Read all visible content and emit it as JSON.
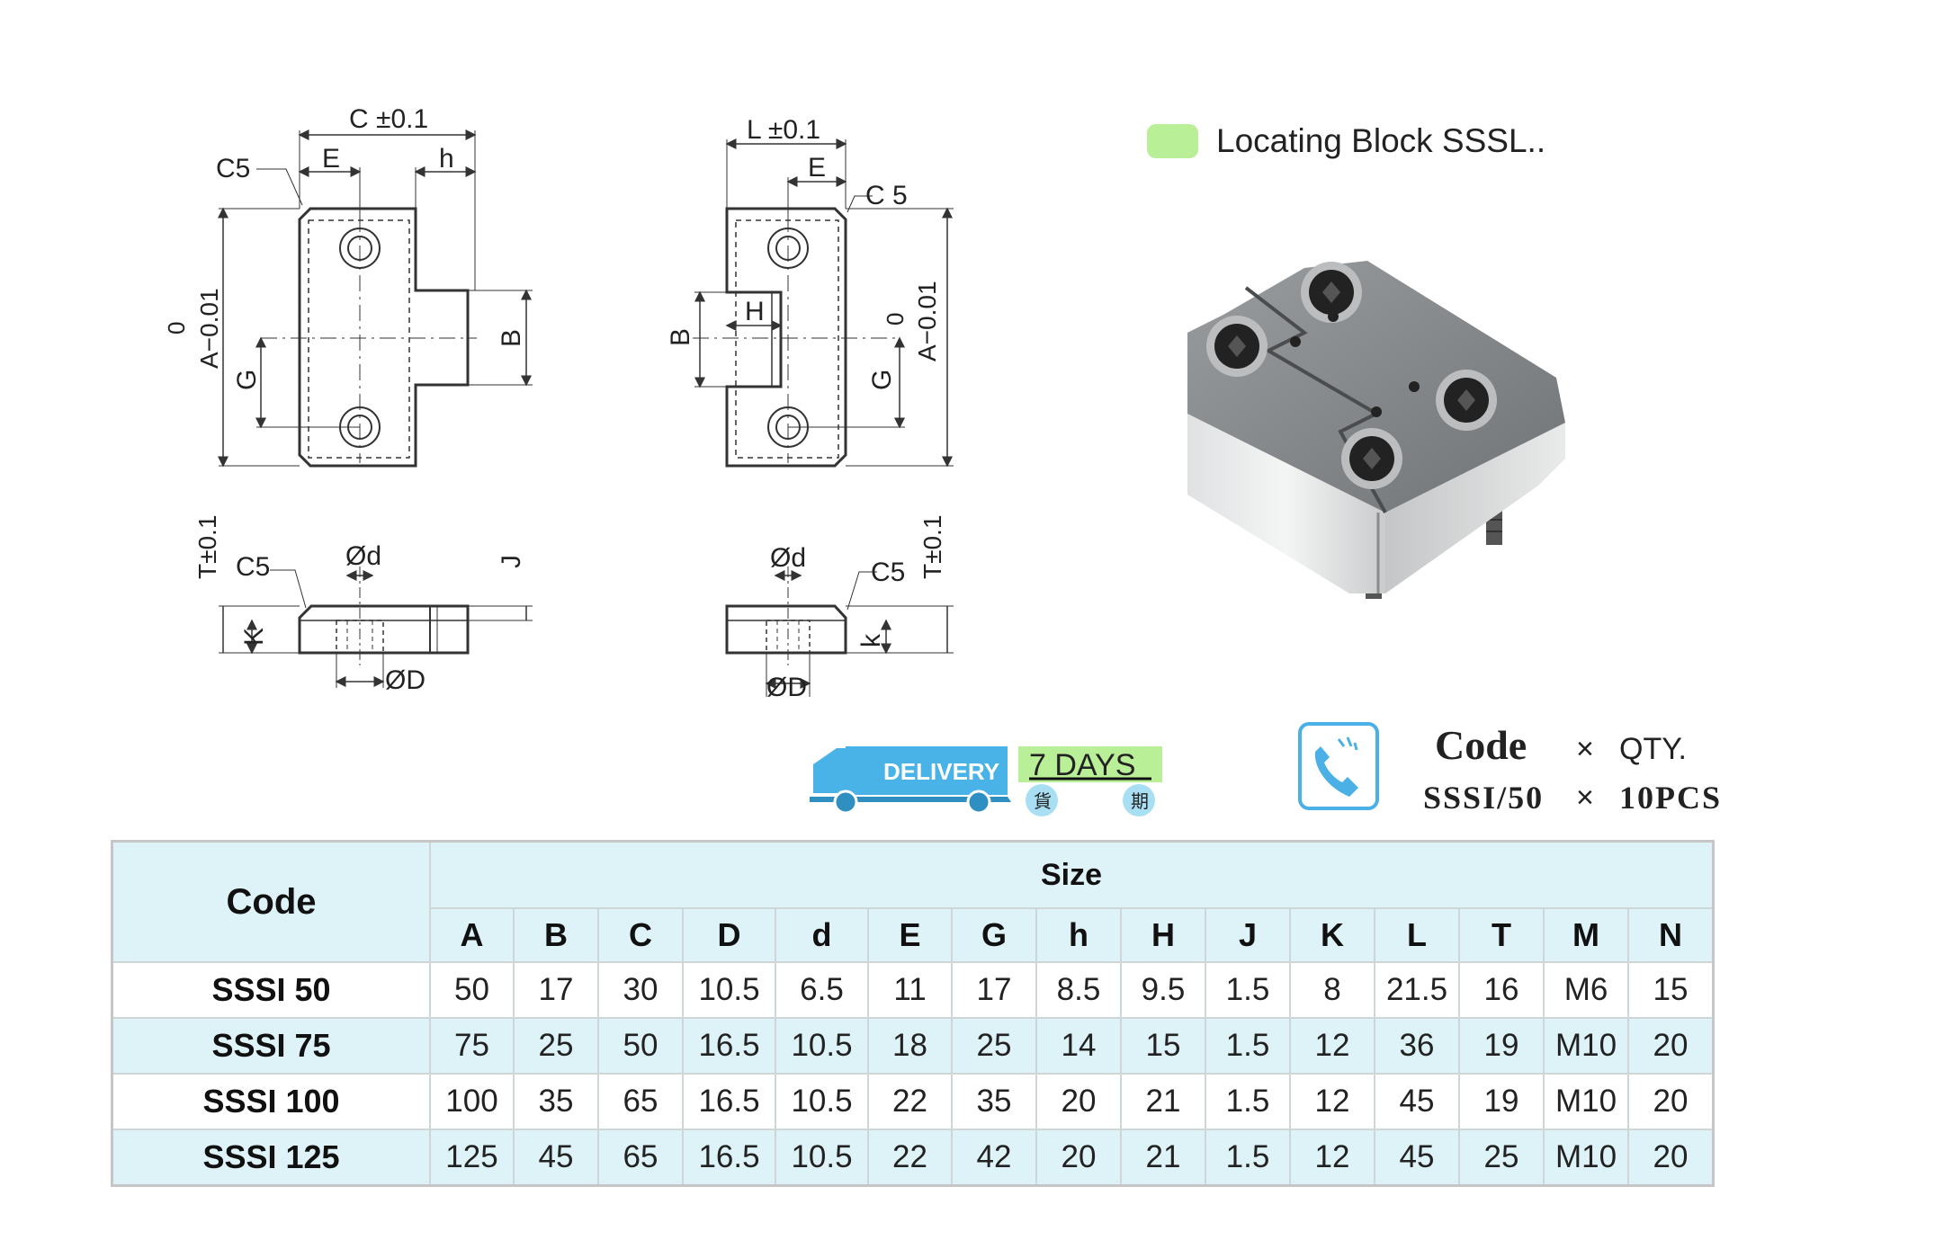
{
  "drawing": {
    "top_left": {
      "c": "C ±0.1",
      "c5": "C5",
      "e": "E",
      "h": "h",
      "a_zero": "0",
      "a_tol": "A−0.01",
      "g": "G",
      "b": "B"
    },
    "top_right": {
      "l": "L ±0.1",
      "e": "E",
      "c5": "C 5",
      "b": "B",
      "h": "H",
      "a_zero": "0",
      "a_tol": "A−0.01",
      "g": "G"
    },
    "bottom_left": {
      "t": "T±0.1",
      "c5": "C5",
      "d_small": "Ød",
      "j": "J",
      "k": "K",
      "d_large": "ØD"
    },
    "bottom_right": {
      "d_small": "Ød",
      "c5": "C5",
      "t": "T±0.1",
      "k": "k",
      "d_large": "ØD"
    }
  },
  "legend": {
    "label": "Locating Block SSSL..",
    "color": "#b9ef97"
  },
  "delivery": {
    "label": "DELIVERY",
    "days": "7 DAYS",
    "char1": "貨",
    "char2": "期",
    "truck_color": "#49b3e8"
  },
  "order": {
    "phone_icon": "phone-icon",
    "code_label": "Code",
    "x1": "×",
    "qty_label": "QTY.",
    "code_value": "SSSI/50",
    "x2": "×",
    "qty_value": "10PCS"
  },
  "table": {
    "code_header": "Code",
    "size_header": "Size",
    "columns": [
      "A",
      "B",
      "C",
      "D",
      "d",
      "E",
      "G",
      "h",
      "H",
      "J",
      "K",
      "L",
      "T",
      "M",
      "N"
    ],
    "rows": [
      {
        "code": "SSSI 50",
        "values": [
          "50",
          "17",
          "30",
          "10.5",
          "6.5",
          "11",
          "17",
          "8.5",
          "9.5",
          "1.5",
          "8",
          "21.5",
          "16",
          "M6",
          "15"
        ]
      },
      {
        "code": "SSSI 75",
        "values": [
          "75",
          "25",
          "50",
          "16.5",
          "10.5",
          "18",
          "25",
          "14",
          "15",
          "1.5",
          "12",
          "36",
          "19",
          "M10",
          "20"
        ]
      },
      {
        "code": "SSSI 100",
        "values": [
          "100",
          "35",
          "65",
          "16.5",
          "10.5",
          "22",
          "35",
          "20",
          "21",
          "1.5",
          "12",
          "45",
          "19",
          "M10",
          "20"
        ]
      },
      {
        "code": "SSSI 125",
        "values": [
          "125",
          "45",
          "65",
          "16.5",
          "10.5",
          "22",
          "42",
          "20",
          "21",
          "1.5",
          "12",
          "45",
          "25",
          "M10",
          "20"
        ]
      }
    ]
  }
}
